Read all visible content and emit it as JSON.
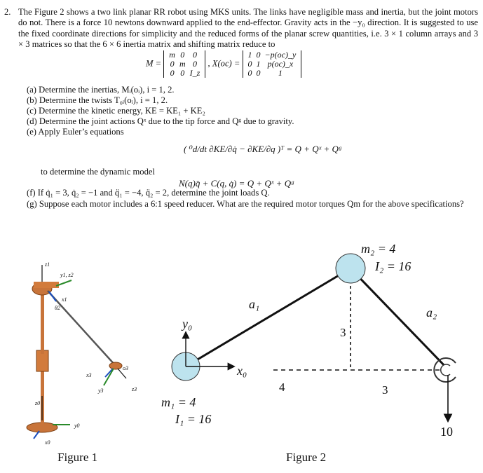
{
  "problem": {
    "number": "2.",
    "intro": "The Figure 2 shows a two link planar RR robot using MKS units. The links have negligible mass and inertia, but the joint motors do not. There is a force 10 newtons downward applied to the end-effector. Gravity acts in the −y₀ direction. It is suggested to use the fixed coordinate directions for simplicity and the reduced forms of the planar screw quantities, i.e. 3 × 1 column arrays and 3 × 3 matrices so that the 6 × 6 inertia matrix and shifting matrix reduce to",
    "matrix_eq": {
      "M_label": "M =",
      "M_rows": [
        [
          "m",
          "0",
          "0"
        ],
        [
          "0",
          "m",
          "0"
        ],
        [
          "0",
          "0",
          "I_z"
        ]
      ],
      "X_label": ", X(oc) =",
      "X_rows": [
        [
          "1",
          "0",
          "−p(oc)_y"
        ],
        [
          "0",
          "1",
          "p(oc)_x"
        ],
        [
          "0",
          "0",
          "1"
        ]
      ]
    },
    "parts": [
      "(a) Determine the inertias, Mᵢ(oᵢ), i = 1, 2.",
      "(b) Determine the twists T₀ᵢ(oᵢ), i = 1, 2.",
      "(c) Determine the kinetic energy, KE = KE₁ + KE₂",
      "(d) Determine the joint actions Qˣ due to the tip force and Qᵍ due to gravity.",
      "(e) Apply Euler’s equations"
    ],
    "euler_eq": "( ⁰d/dt ∂KE/∂q̇ − ∂KE/∂q )ᵀ = Q + Qˣ + Qᵍ",
    "dynamic_text": "to determine the dynamic model",
    "dynamic_eq": "N(q)q̈ + C(q, q̇) = Q + Qˣ + Qᵍ",
    "part_f": "(f)  If q̇₁ = 3, q̇₂ = −1 and q̈₁ = −4, q̈₂ = 2, determine the joint loads Q.",
    "part_g": "(g)  Suppose each motor includes a 6:1 speed reducer. What are the required motor torques Qm for the above specifications?"
  },
  "figure1": {
    "caption": "Figure 1",
    "labels": [
      "z1",
      "y1, z2",
      "x1",
      "θ2",
      "x3",
      "y3",
      "o3",
      "z3",
      "z0",
      "y0",
      "x0"
    ]
  },
  "figure2": {
    "caption": "Figure 2",
    "m2": "m₂ = 4",
    "I2": "I₂ = 16",
    "m1": "m₁ = 4",
    "I1": "I₁ = 16",
    "a1": "a₁",
    "a2": "a₂",
    "y0": "y₀",
    "x0": "x₀",
    "dim_4": "4",
    "dim_3_horizontal": "3",
    "dim_3_vertical": "3",
    "force": "10"
  },
  "colors": {
    "joint_fill": "#bde3ee",
    "ink": "#111111"
  }
}
